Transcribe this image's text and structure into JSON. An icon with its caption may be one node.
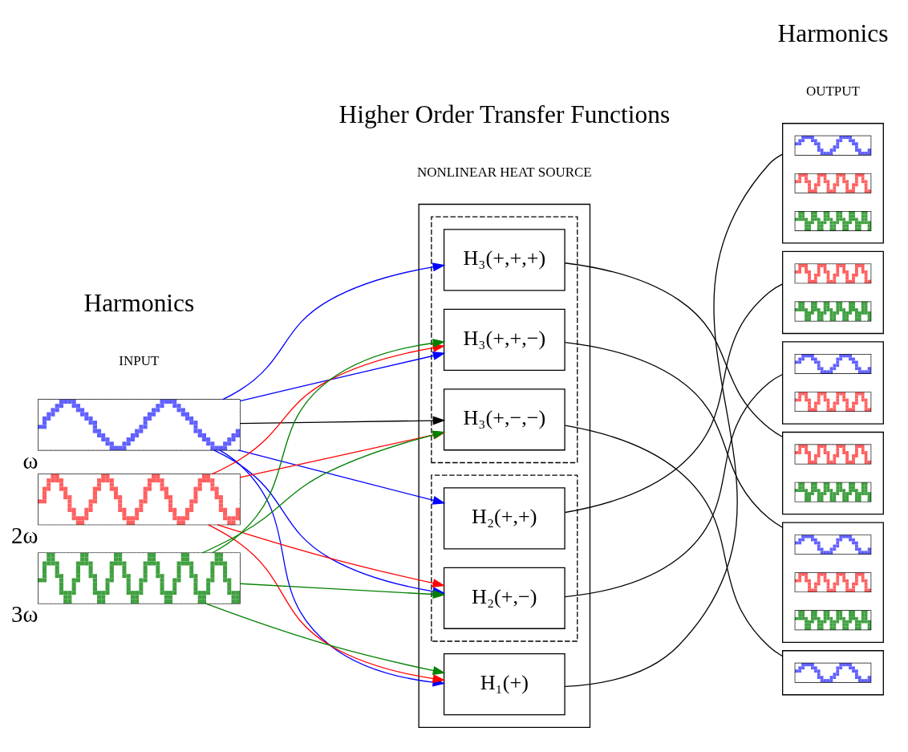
{
  "diagram": {
    "nodes": [
      {
        "text": [],
        "shape": "picture",
        "beside": [
          "ω"
        ]
      },
      {
        "text": [],
        "shape": "picture",
        "beside": [
          "2ω"
        ]
      },
      {
        "text": [],
        "shape": "picture",
        "beside": [
          "3ω"
        ]
      },
      {
        "text": [],
        "shape": "box"
      },
      {
        "text": [
          "H₁(+)"
        ],
        "in": 3
      },
      {
        "text": [],
        "shape": "box",
        "in": 3
      },
      {
        "text": [
          "H₂(+,+)"
        ],
        "in": 5
      },
      {
        "text": [
          "H₂(+,−)"
        ],
        "in": 5
      },
      {
        "text": [],
        "shape": "box",
        "in": 3
      },
      {
        "text": [
          "H₃(+,+,+)"
        ],
        "in": 8
      },
      {
        "text": [
          "H₃(+,+,−)"
        ],
        "in": 8
      },
      {
        "text": [
          "H₃(+,−,−)"
        ],
        "in": 8
      },
      {
        "text": [],
        "shape": "box"
      },
      {
        "text": [],
        "shape": "picture",
        "in": 12
      },
      {
        "text": [],
        "shape": "picture",
        "in": 12
      },
      {
        "text": [],
        "shape": "picture",
        "in": 12
      },
      {
        "text": [],
        "shape": "box"
      },
      {
        "text": [],
        "shape": "picture",
        "in": 16
      },
      {
        "text": [],
        "shape": "picture",
        "in": 16
      },
      {
        "text": [],
        "shape": "box"
      },
      {
        "text": [],
        "shape": "picture",
        "in": 19
      },
      {
        "text": [],
        "shape": "picture",
        "in": 19
      },
      {
        "text": [],
        "shape": "box"
      },
      {
        "text": [],
        "shape": "picture",
        "in": 22
      },
      {
        "text": [],
        "shape": "picture",
        "in": 22
      },
      {
        "text": [],
        "shape": "box"
      },
      {
        "text": [],
        "shape": "picture",
        "in": 25
      },
      {
        "text": [],
        "shape": "picture",
        "in": 25
      },
      {
        "text": [],
        "shape": "picture",
        "in": 25
      },
      {
        "text": [],
        "shape": "box"
      },
      {
        "text": [],
        "shape": "picture",
        "in": 29
      }
    ],
    "edges": [
      {
        "from": 0,
        "to": 4,
        "arrow": "to",
        "color": "#0000ff"
      },
      {
        "from": 0,
        "to": 6,
        "arrow": "to",
        "color": "#0000ff"
      },
      {
        "from": 0,
        "to": 7,
        "arrow": "to",
        "color": "#0000ff"
      },
      {
        "from": 0,
        "to": 9,
        "arrow": "to",
        "color": "#0000ff"
      },
      {
        "from": 0,
        "to": 10,
        "arrow": "to",
        "color": "#0000ff"
      },
      {
        "from": 0,
        "to": 11,
        "arrow": "to"
      },
      {
        "from": 1,
        "to": 4,
        "arrow": "to",
        "color": "#ff0000"
      },
      {
        "from": 1,
        "to": 7,
        "arrow": "to",
        "color": "#ff0000"
      },
      {
        "from": 1,
        "to": 10,
        "arrow": "to",
        "color": "#ff0000"
      },
      {
        "from": 1,
        "to": 11,
        "arrow": "to",
        "color": "#ff0000"
      },
      {
        "from": 2,
        "to": 4,
        "arrow": "to",
        "color": "#008000"
      },
      {
        "from": 2,
        "to": 7,
        "arrow": "to",
        "color": "#008000"
      },
      {
        "from": 2,
        "to": 10,
        "arrow": "to",
        "color": "#008000"
      },
      {
        "from": 2,
        "to": 11,
        "arrow": "to",
        "color": "#008000"
      },
      {
        "from": 4,
        "to": 12,
        "arrow": "none"
      },
      {
        "from": 6,
        "to": 16,
        "arrow": "none"
      },
      {
        "from": 7,
        "to": 19,
        "arrow": "none"
      },
      {
        "from": 9,
        "to": 22,
        "arrow": "none"
      },
      {
        "from": 10,
        "to": 25,
        "arrow": "none"
      },
      {
        "from": 11,
        "to": 29,
        "arrow": "none"
      }
    ],
    "labels": [
      "Harmonics",
      "INPUT",
      "Higher Order Transfer Functions",
      "NONLINEAR HEAT SOURCE",
      "Harmonics",
      "OUTPUT"
    ]
  }
}
